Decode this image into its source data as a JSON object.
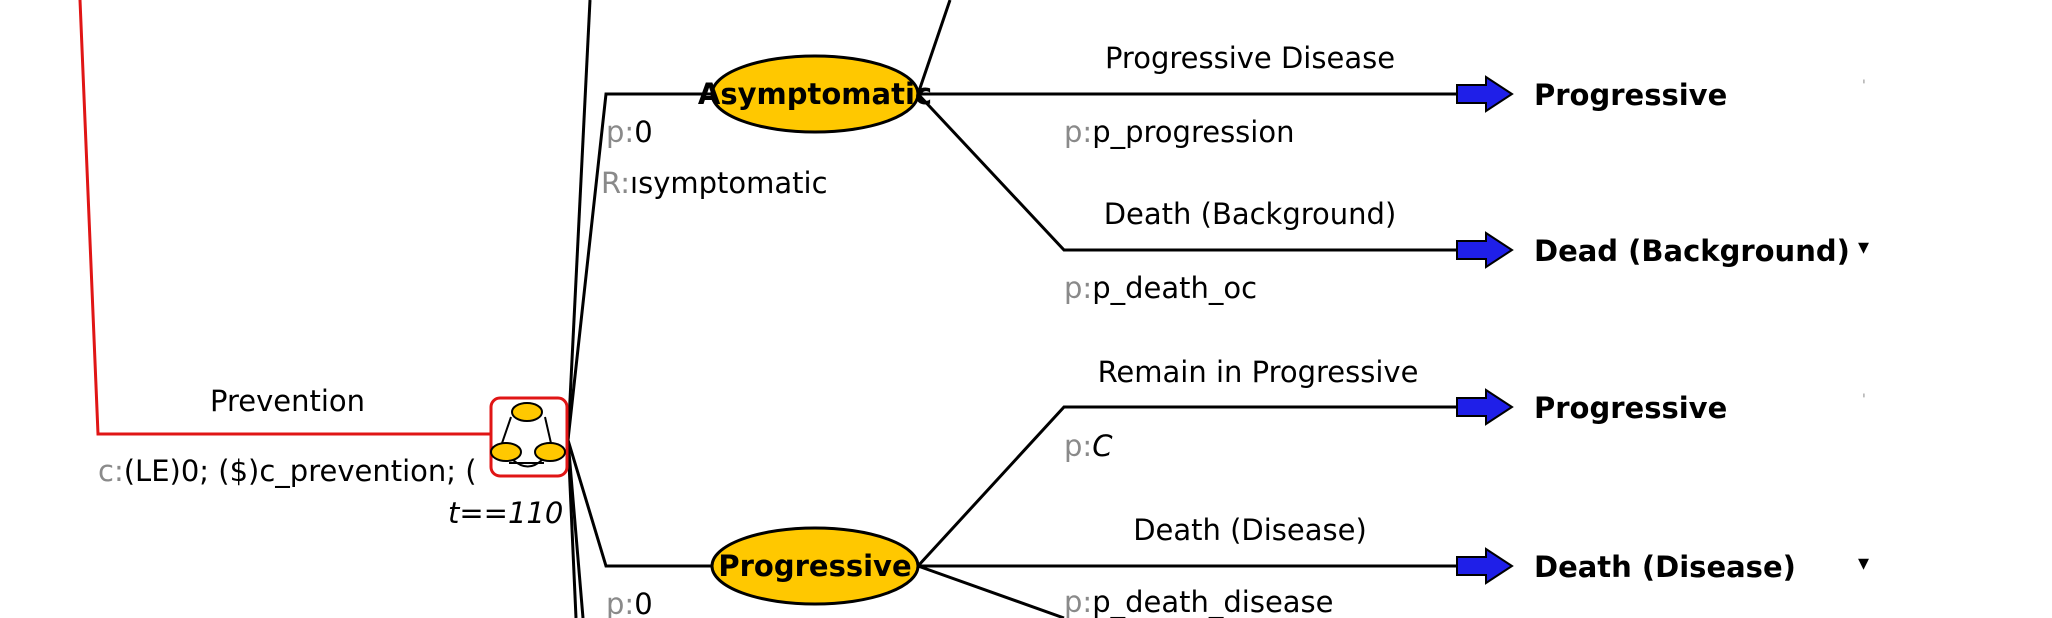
{
  "decision": {
    "branch_label": "Prevention",
    "cost_prefix": "c:",
    "cost_text": "(LE)0; ($)c_prevention; (",
    "termination": "t==110"
  },
  "states": [
    {
      "node_label": "Asymptomatic",
      "p_prefix": "p:",
      "p_value": "0",
      "r_prefix": "R:",
      "r_value": "ısymptomatic",
      "transitions": [
        {
          "label": "Progressive Disease",
          "p_prefix": "p:",
          "p_value": "p_progression",
          "target": "Progressive"
        },
        {
          "label": "Death (Background)",
          "p_prefix": "p:",
          "p_value": "p_death_oc",
          "target": "Dead (Background)"
        }
      ]
    },
    {
      "node_label": "Progressive",
      "p_prefix": "p:",
      "p_value": "0",
      "transitions": [
        {
          "label": "Remain in Progressive",
          "p_prefix": "p:",
          "p_value": "C",
          "target": "Progressive"
        },
        {
          "label": "Death (Disease)",
          "p_prefix": "p:",
          "p_value": "p_death_disease",
          "target": "Death (Disease)"
        }
      ]
    }
  ],
  "markers": {
    "collapse_glyph": "▾",
    "tick_glyph": "'"
  },
  "colors": {
    "chance_node": "#ffc800",
    "arrow": "#1f1fe8",
    "decision_line": "#e01515",
    "markov_border": "#e01515"
  },
  "icons": [
    "markov-node-icon",
    "transition-arrow-icon"
  ]
}
